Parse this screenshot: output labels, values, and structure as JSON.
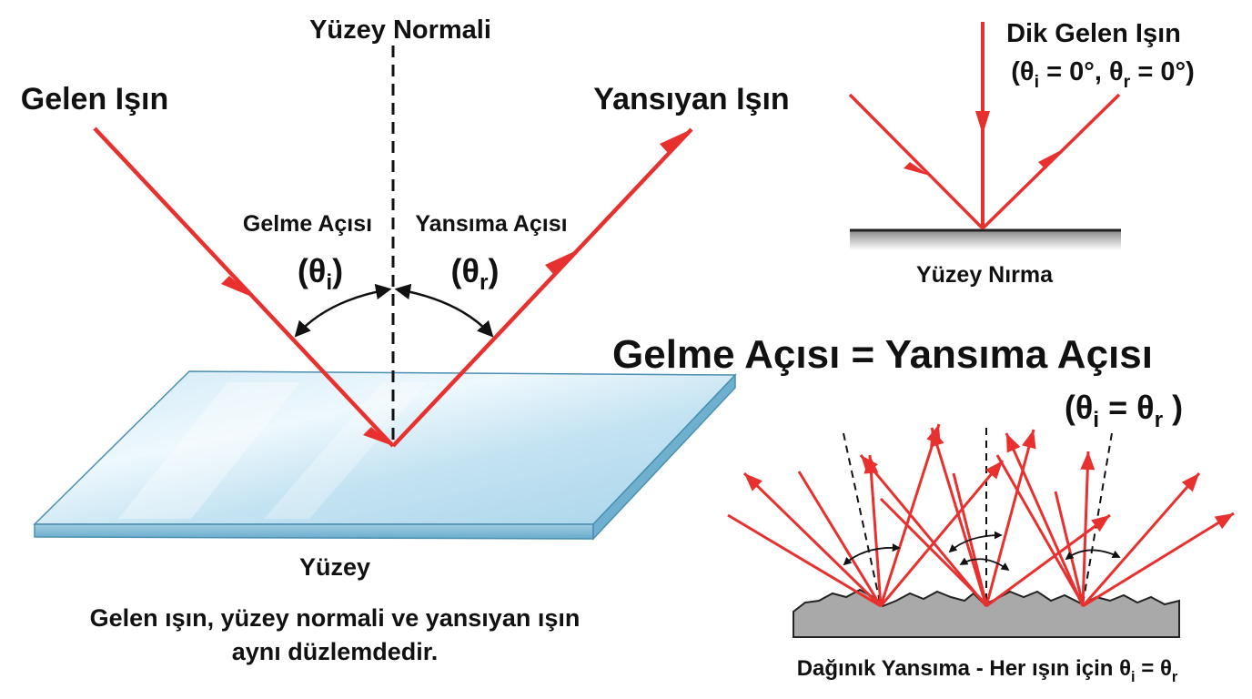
{
  "colors": {
    "ray": "#e8312f",
    "surface_top": "#d6eef8",
    "surface_edge": "#7fb9d3",
    "rough_surface": "#a9a9a9",
    "smooth_surface": "#b9b9b9",
    "text": "#111111"
  },
  "main": {
    "normal_label": "Yüzey Normali",
    "incident_label": "Gelen Işın",
    "reflected_label": "Yansıyan Işın",
    "incidence_angle_label": "Gelme Açısı",
    "reflection_angle_label": "Yansıma Açısı",
    "theta_symbol": "θ",
    "theta_i_sub": "i",
    "theta_r_sub": "r",
    "open_paren": "(",
    "close_paren": ")",
    "surface_label": "Yüzey",
    "caption_line1": "Gelen ışın, yüzey normali ve yansıyan ışın",
    "caption_line2": "aynı düzlemdedir."
  },
  "normal_incidence": {
    "title": "Dik Gelen Işın",
    "formula_open": "(θ",
    "formula_sub_i": "i",
    "formula_mid": " = 0°, θ",
    "formula_sub_r": "r",
    "formula_close": " = 0°)",
    "surface_label": "Yüzey Nırma"
  },
  "law": {
    "title": "Gelme Açısı = Yansıma Açısı",
    "formula_open": "(θ",
    "formula_sub_i": "i",
    "formula_mid": " = θ",
    "formula_sub_r": "r",
    "formula_close": " )"
  },
  "diffuse": {
    "caption_main": "Dağınık Yansıma - Her ışın için θ",
    "caption_sub_i": "i",
    "caption_mid": " = θ",
    "caption_sub_r": "r"
  }
}
